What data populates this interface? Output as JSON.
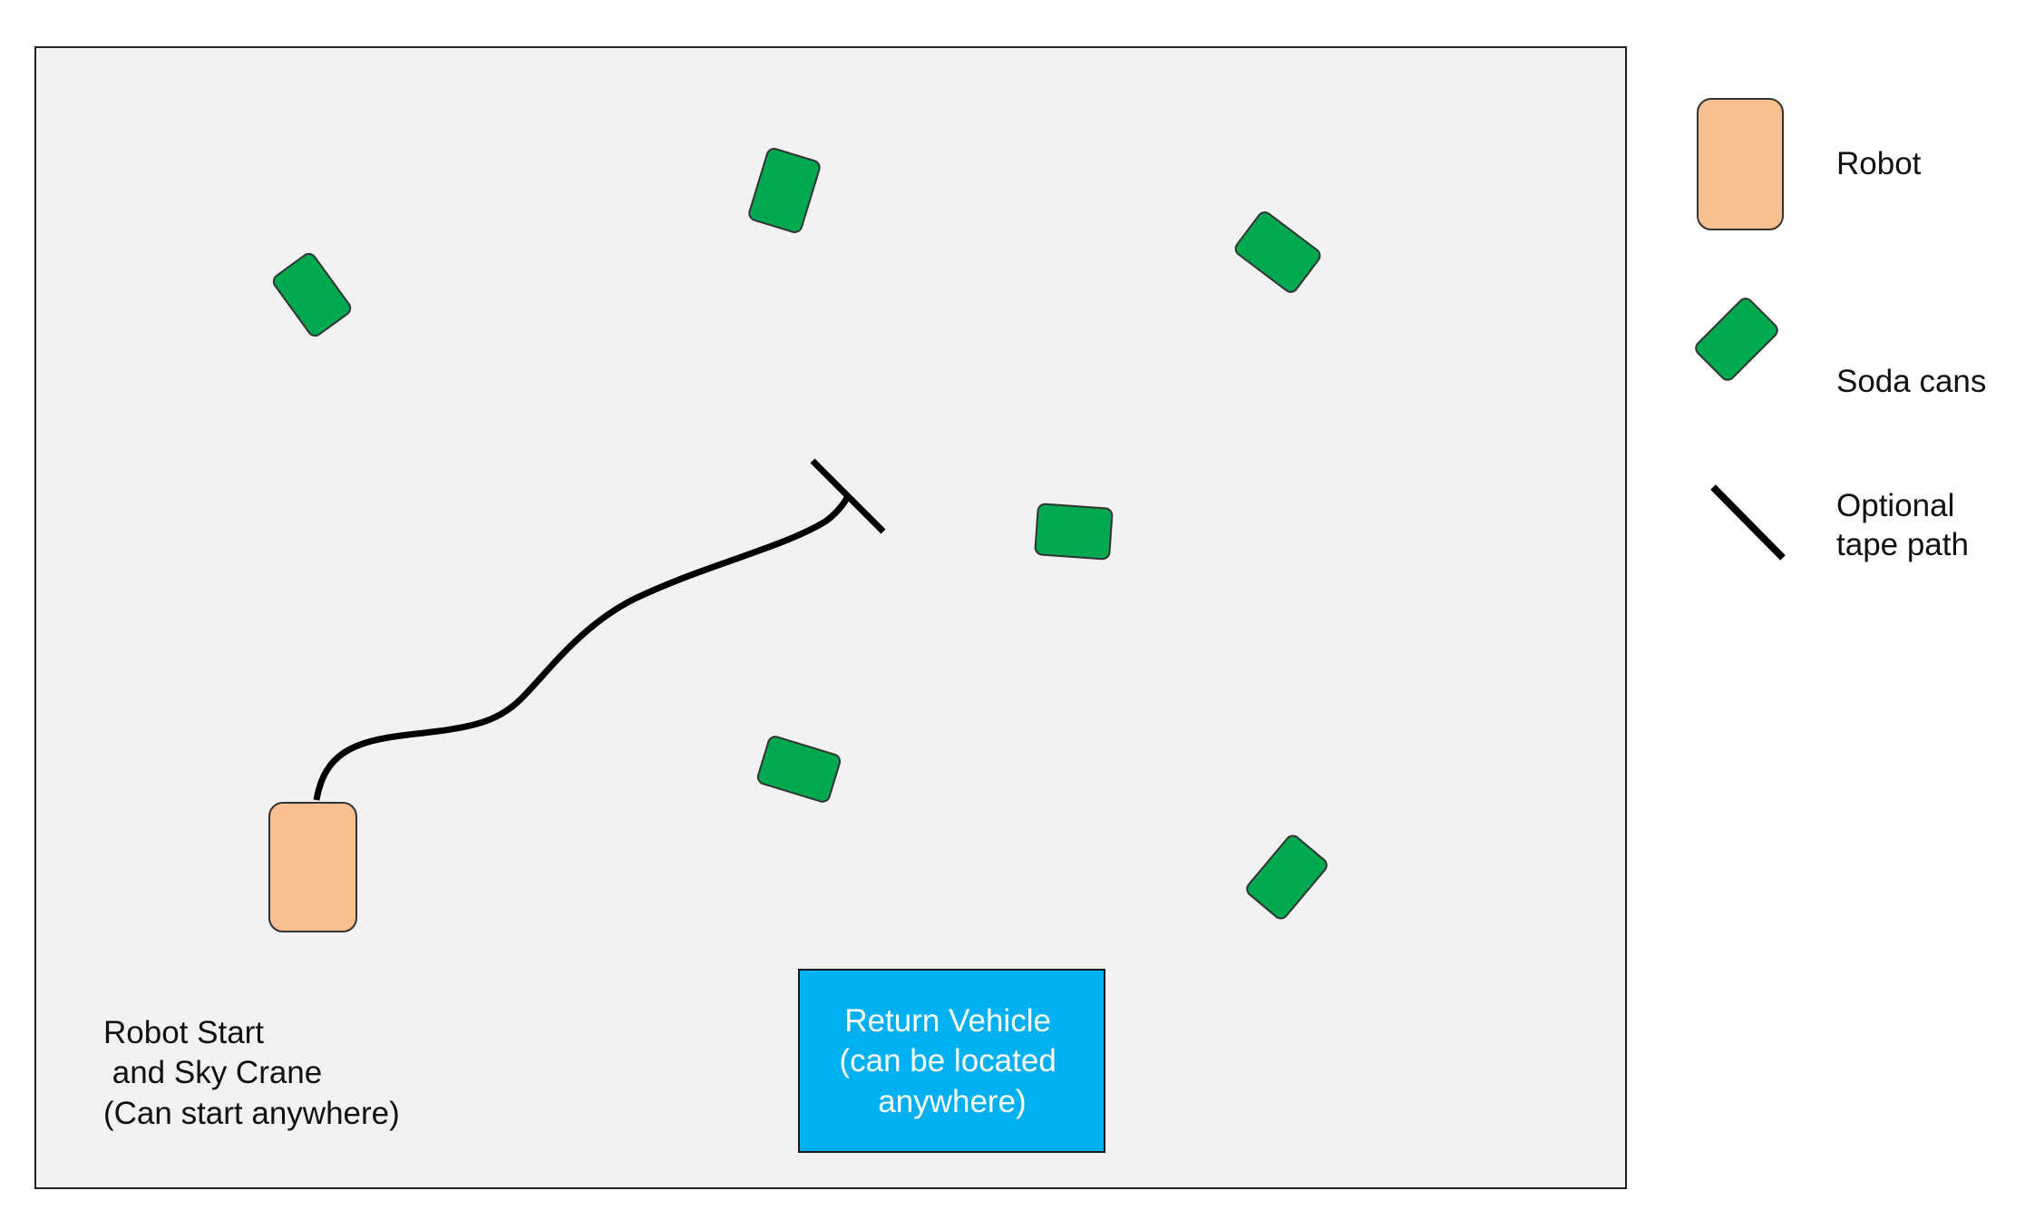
{
  "arena": {
    "start_label_lines": [
      "Robot Start",
      " and Sky Crane",
      "(Can start anywhere)"
    ],
    "return_vehicle_lines": [
      "Return Vehicle",
      "(can be located",
      "anywhere)"
    ]
  },
  "legend": {
    "robot_label": "Robot",
    "cans_label": "Soda cans",
    "tape_label_lines": [
      "Optional",
      "tape path"
    ]
  },
  "colors": {
    "arena_fill": "#f2f2f2",
    "robot": "#f8c090",
    "can": "#00a84f",
    "return_vehicle": "#00b0f0",
    "tape": "#000000"
  }
}
